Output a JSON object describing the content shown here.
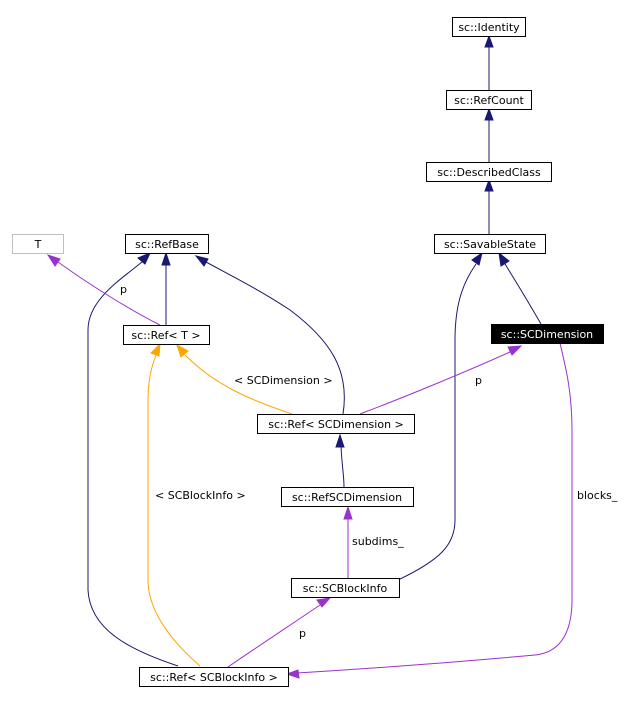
{
  "nodes": {
    "identity": "sc::Identity",
    "refcount": "sc::RefCount",
    "describedclass": "sc::DescribedClass",
    "savablestate": "sc::SavableState",
    "T": "T",
    "refbase": "sc::RefBase",
    "ref_t": "sc::Ref< T >",
    "scdimension": "sc::SCDimension",
    "ref_scdimension": "sc::Ref< SCDimension >",
    "refscdimension": "sc::RefSCDimension",
    "scblockinfo": "sc::SCBlockInfo",
    "ref_scblockinfo": "sc::Ref< SCBlockInfo >"
  },
  "edge_labels": {
    "p_T": "p",
    "tmpl_scdimension": "< SCDimension >",
    "p_scdimension": "p",
    "tmpl_scblockinfo": "< SCBlockInfo >",
    "subdims": "subdims_",
    "blocks": "blocks_",
    "p_scblockinfo": "p"
  },
  "colors": {
    "inheritance": "#191970",
    "usage": "#9a32cd",
    "template": "#ffa500"
  }
}
